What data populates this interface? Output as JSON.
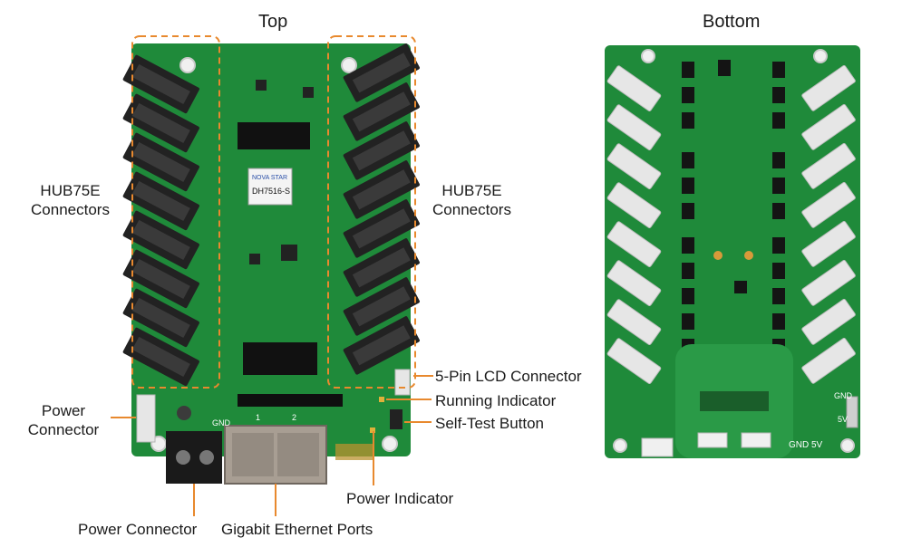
{
  "titles": {
    "top": "Top",
    "bottom": "Bottom"
  },
  "labels": {
    "hub75e_left_1": "HUB75E",
    "hub75e_left_2": "Connectors",
    "hub75e_right_1": "HUB75E",
    "hub75e_right_2": "Connectors",
    "lcd_connector": "5-Pin LCD Connector",
    "running_indicator": "Running Indicator",
    "self_test_button": "Self-Test Button",
    "power_connector_side_1": "Power",
    "power_connector_side_2": "Connector",
    "power_indicator": "Power Indicator",
    "power_connector_bottom": "Power Connector",
    "gigabit_ports": "Gigabit Ethernet Ports"
  },
  "board_text": {
    "chip_label": "DH7516-S",
    "brand": "NOVA STAR",
    "gnd": "GND",
    "five_v": "5V",
    "bottom_gnd_5v": "GND  5V",
    "port_1": "1",
    "port_2": "2"
  },
  "colors": {
    "pcb_green": "#1f8a3a",
    "pcb_dark": "#15692c",
    "callout_orange": "#e8892e",
    "connector_black": "#222222",
    "connector_white": "#e6e6e6"
  }
}
